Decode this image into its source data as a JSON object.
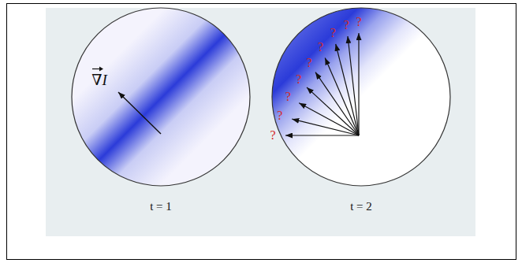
{
  "diagram": {
    "labels": [
      "∇I",
      "t = 1",
      "t = 2",
      "?",
      "?",
      "?",
      "?",
      "?",
      "?",
      "?",
      "?",
      "?"
    ]
  }
}
